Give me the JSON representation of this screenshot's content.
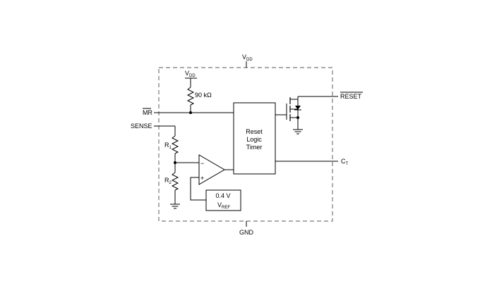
{
  "pins": {
    "vdd_top": {
      "main": "V",
      "sub": "DD"
    },
    "gnd": "GND",
    "mr": "MR",
    "sense": "SENSE",
    "reset": "RESET",
    "ct": {
      "main": "C",
      "sub": "T"
    }
  },
  "internal": {
    "vdd": {
      "main": "V",
      "sub": "DD"
    },
    "pullup": "90 kΩ",
    "r1": {
      "main": "R",
      "sub": "1"
    },
    "r2": {
      "main": "R",
      "sub": "2"
    },
    "logic_block": [
      "Reset",
      "Logic",
      "Timer"
    ],
    "vref_value": "0.4 V",
    "vref_label": {
      "main": "V",
      "sub": "REF"
    },
    "comp_minus": "−",
    "comp_plus": "+"
  }
}
